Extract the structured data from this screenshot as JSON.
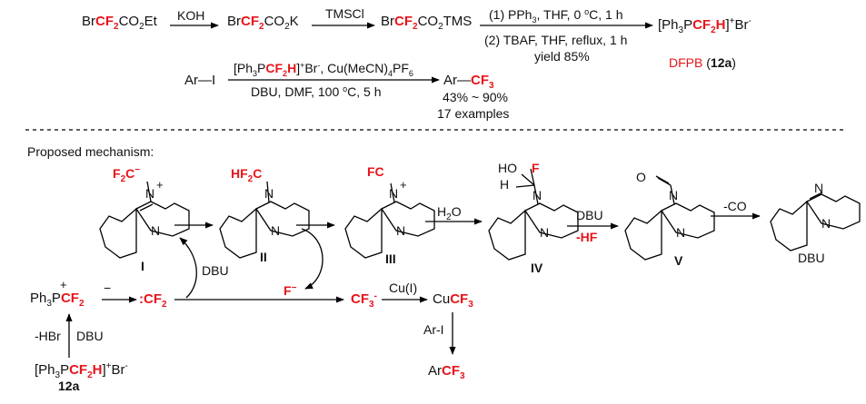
{
  "scheme": {
    "line1": {
      "bromo_ester": "BrCF2CO2Et",
      "reagent_koh": "KOH",
      "potassium_salt": "BrCF2CO2K",
      "reagent_tmscl": "TMSCl",
      "tms_ester": "BrCF2CO2TMS",
      "condition_1": "(1) PPh3, THF, 0 oC, 1 h",
      "condition_2": "(2) TBAF, THF, reflux, 1 h",
      "yield": "yield 85%",
      "product": "[Ph3PCF2H]+Br-",
      "product_name": "DFPB",
      "product_code": "12a"
    },
    "line2": {
      "aryl_iodide": "Ar—I",
      "reagents_above": "[Ph3PCF2H]+Br-, Cu(MeCN)4PF6",
      "reagents_below": "DBU, DMF, 100 oC, 5 h",
      "product": "Ar—CF3",
      "yield_range": "43% ~ 90%",
      "examples": "17 examples"
    },
    "mechanism": {
      "heading": "Proposed mechanism:",
      "intermediates": [
        "I",
        "II",
        "III",
        "IV",
        "V"
      ],
      "label_dbu": "DBU",
      "label_water": "H2O",
      "label_dbu_step": "DBU",
      "label_hf": "-HF",
      "label_co": "-CO",
      "label_dbu_left": "DBU",
      "label_fluoride": "F-",
      "carbene": ":CF2",
      "trifluoromethyl_anion": "CF3-",
      "copper_reagent": "Cu(I)",
      "cu_cf3": "CuCF3",
      "aryl_iodide": "Ar-I",
      "ar_cf3": "ArCF3",
      "hbr_loss": "-HBr",
      "dbu_base": "DBU",
      "phosphonium_salt": "[Ph3PCF2H]+Br-",
      "compound_12a": "12a",
      "ylide": "Ph3PCF2"
    }
  }
}
